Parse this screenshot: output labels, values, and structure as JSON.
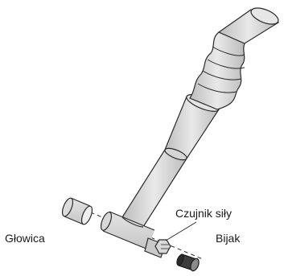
{
  "labels": {
    "head": "Głowica",
    "force_sensor": "Czujnik siły",
    "tip": "Bijak"
  },
  "colors": {
    "fill": "#cfcfcf",
    "fill_light": "#e6e6e6",
    "stroke": "#2b2b2b",
    "text": "#1a1a1a"
  }
}
